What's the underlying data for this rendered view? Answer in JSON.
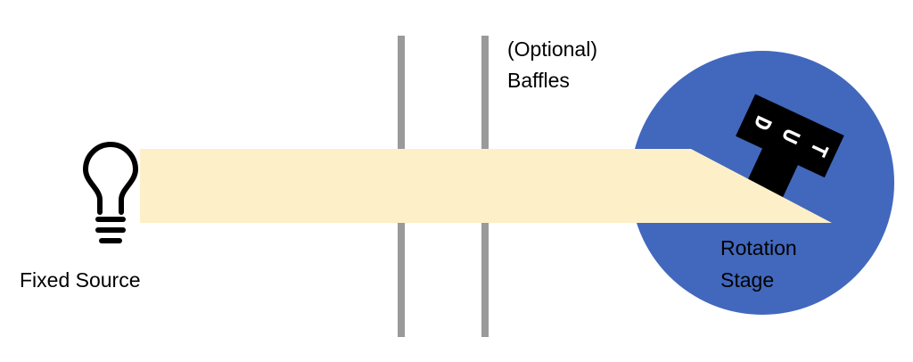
{
  "labels": {
    "source": "Fixed Source",
    "baffles_line1": "(Optional)",
    "baffles_line2": "Baffles",
    "stage_line1": "Rotation",
    "stage_line2": "Stage",
    "dut_letters": [
      "D",
      "U",
      "T"
    ]
  },
  "colors": {
    "beam": "#fdf0c9",
    "stage": "#4268bd",
    "baffle": "#9a9a9a",
    "dut": "#000000",
    "bulb": "#000000"
  },
  "icons": {
    "source": "lightbulb-icon"
  }
}
